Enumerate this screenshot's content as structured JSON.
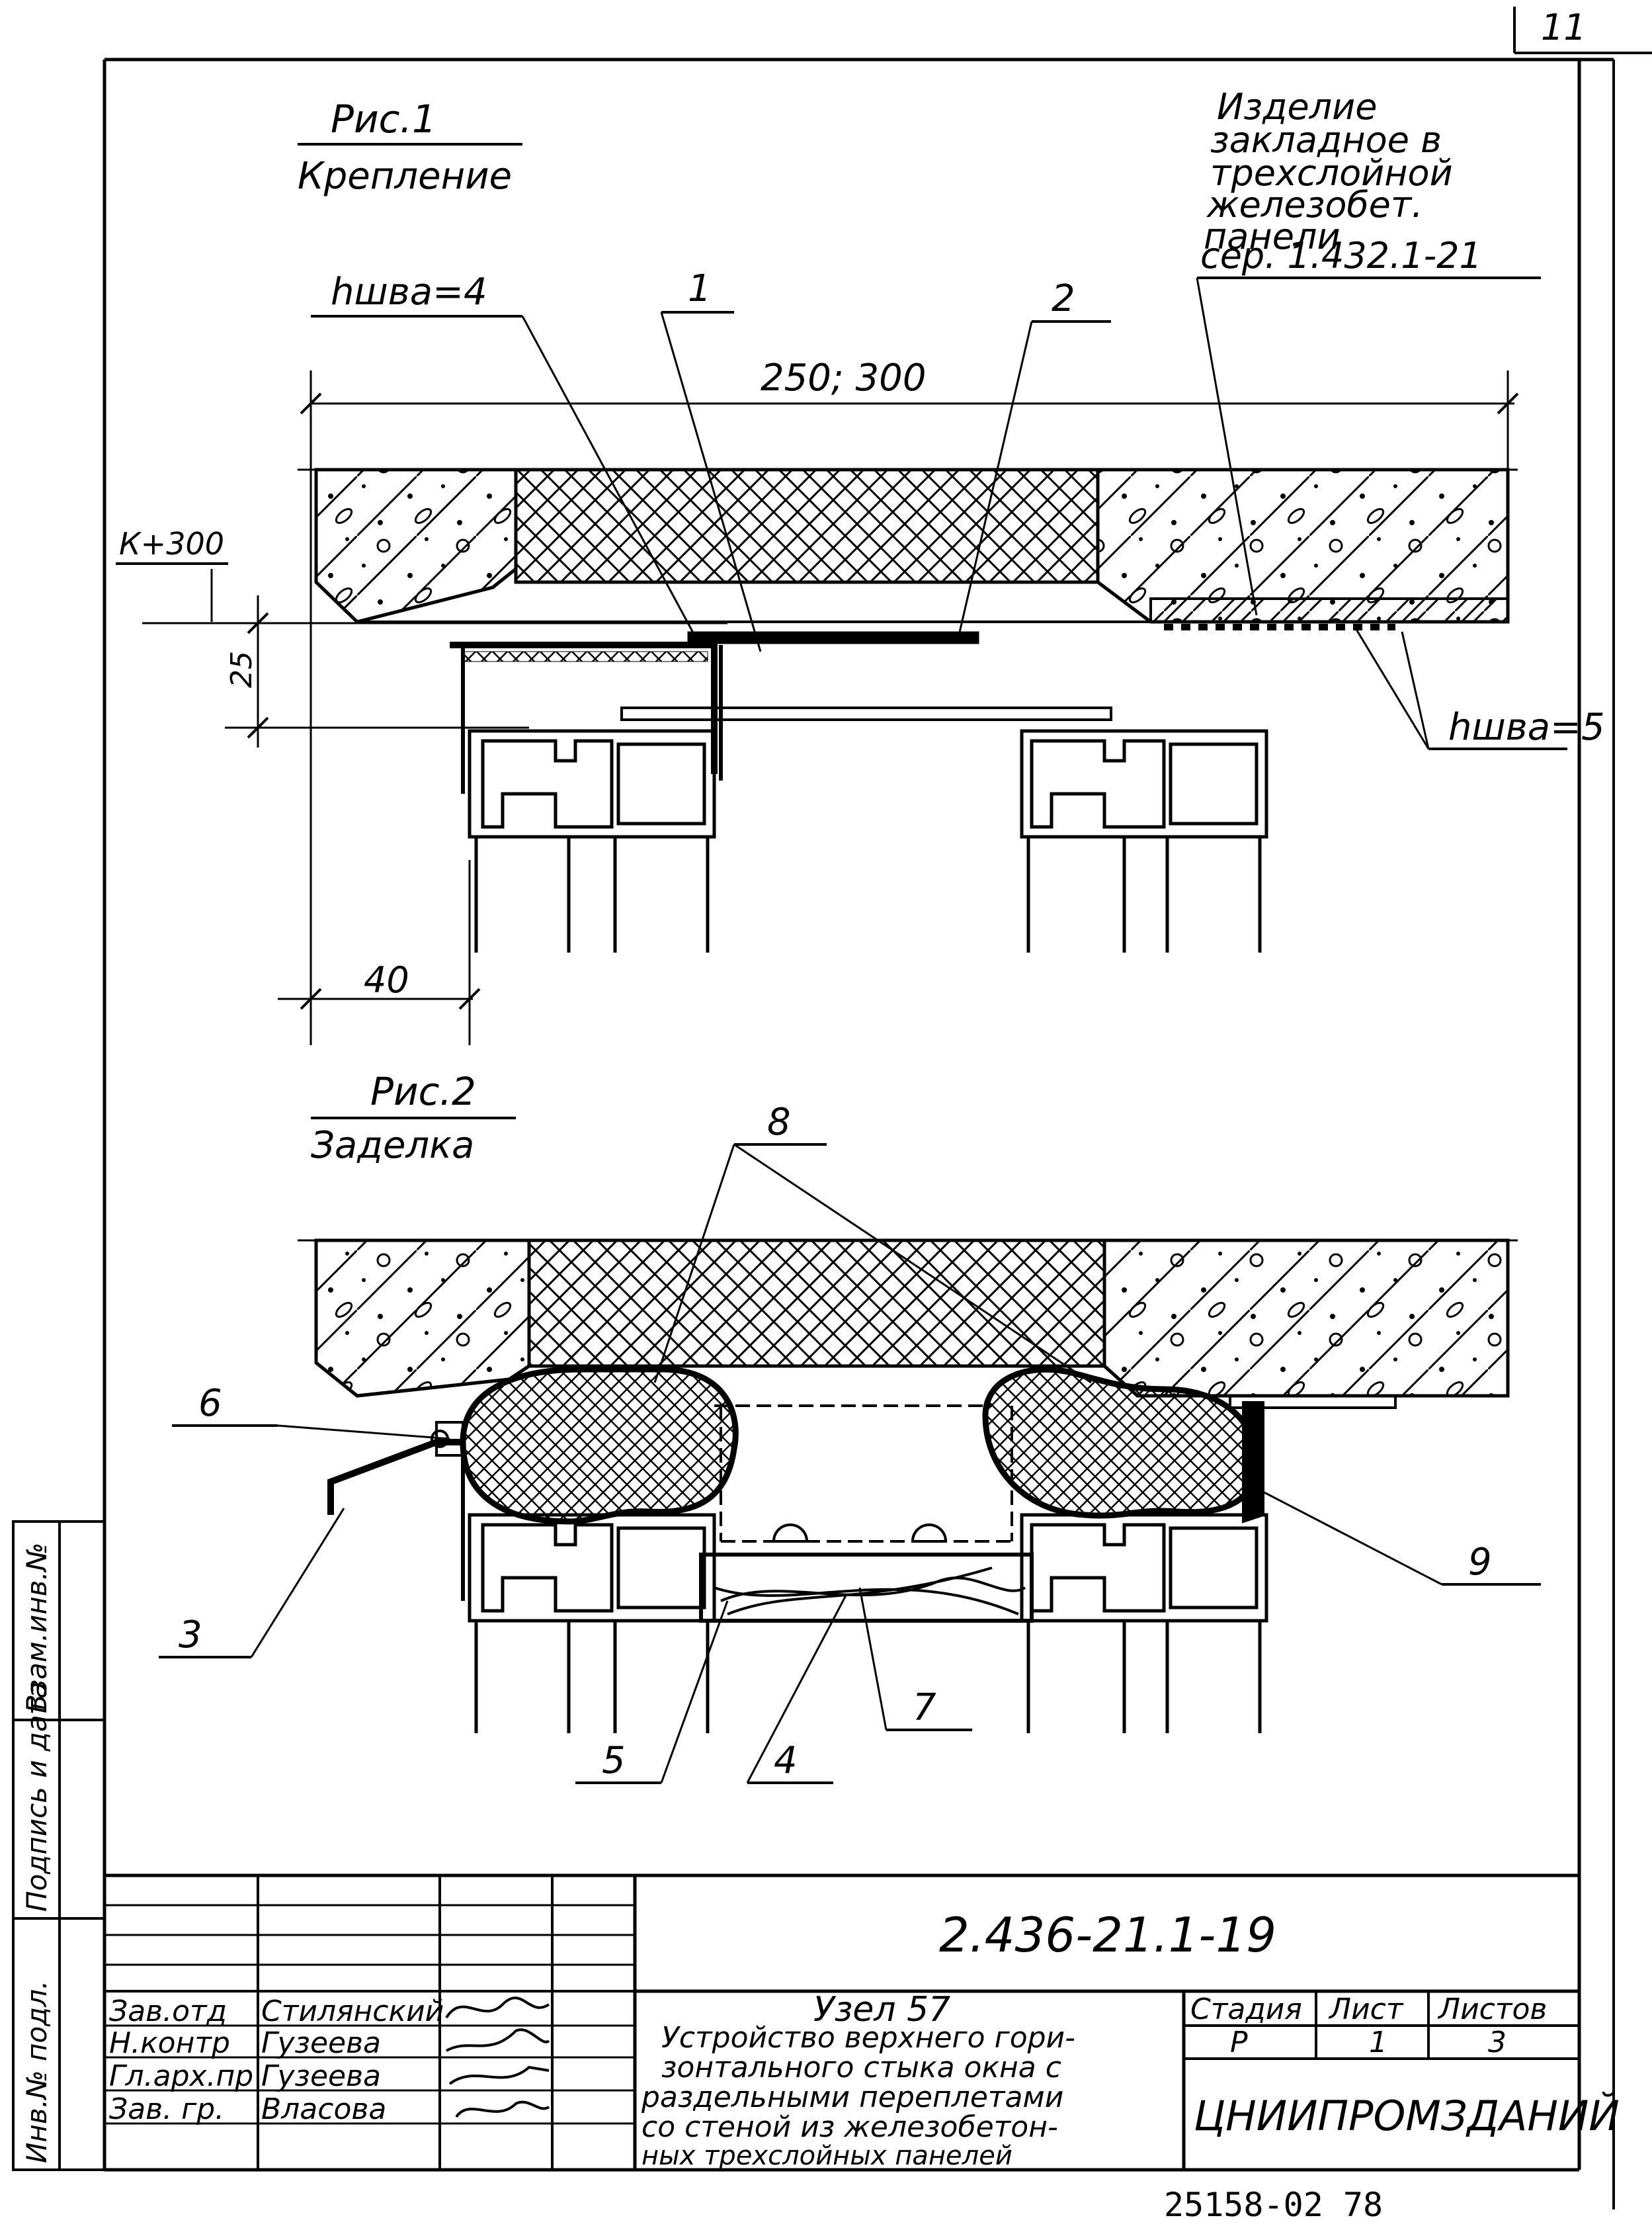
{
  "page_number": "11",
  "fig1": {
    "title": "Рис.1",
    "subtitle": "Крепление",
    "weld_left": "hшва=4",
    "callout_1": "1",
    "callout_2": "2",
    "embedded_note": [
      "Изделие",
      "закладное  в",
      "трехслойной",
      "железобет.",
      "панели",
      "сер. 1.432.1-21"
    ],
    "dim_width": "250; 300",
    "dim_k": "К+300",
    "dim_25": "25",
    "dim_40": "40",
    "weld_right": "hшва=5"
  },
  "fig2": {
    "title": "Рис.2",
    "subtitle": "Заделка",
    "callouts": [
      "8",
      "6",
      "9",
      "3",
      "5",
      "4",
      "7"
    ]
  },
  "side_stamp": [
    "Инв.№ подл.",
    "Подпись и дата",
    "Взам.инв.№"
  ],
  "title_block": {
    "code": "2.436-21.1-19",
    "roles": [
      "Зав.отд",
      "Н.контр",
      "Гл.арх.пр",
      "Зав. гр."
    ],
    "names": [
      "Стилянский",
      "Гузеева",
      "Гузеева",
      "Власова"
    ],
    "node_title": "Узел 57",
    "description": [
      "Устройство верхнего гори-",
      "зонтального стыка окна с",
      "раздельными переплетами",
      "со стеной из железобетон-",
      "ных трехслойных панелей"
    ],
    "stage_label": "Стадия",
    "sheet_label": "Лист",
    "sheets_label": "Листов",
    "stage": "Р",
    "sheet": "1",
    "sheets": "3",
    "org": "ЦНИИПРОМЗДАНИЙ"
  },
  "bottom_code": "25158-02   78"
}
